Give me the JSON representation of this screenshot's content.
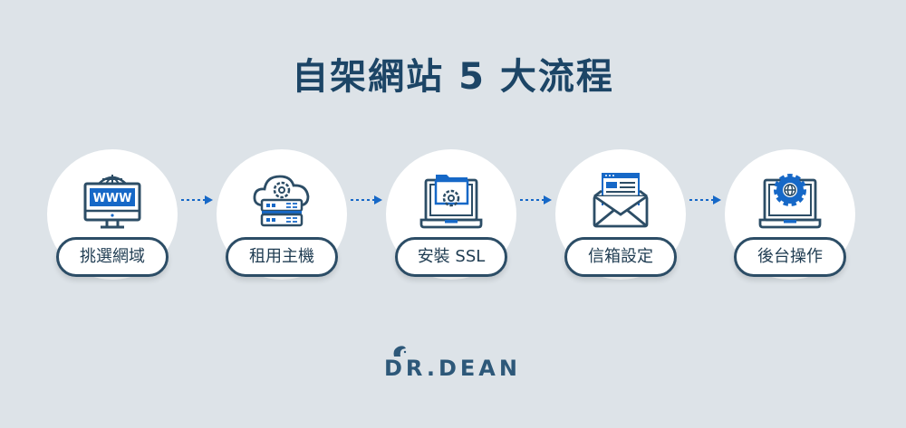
{
  "title": "自架網站 5 大流程",
  "steps": [
    {
      "label": "挑選網域",
      "icon": "www-monitor-icon"
    },
    {
      "label": "租用主機",
      "icon": "cloud-server-icon"
    },
    {
      "label": "安裝 SSL",
      "icon": "laptop-folder-gear-icon"
    },
    {
      "label": "信箱設定",
      "icon": "envelope-icon"
    },
    {
      "label": "後台操作",
      "icon": "laptop-gear-globe-icon"
    }
  ],
  "logo": {
    "text": "DR.DEAN"
  },
  "colors": {
    "background": "#dde3e8",
    "title": "#1c4566",
    "accent": "#1668c7",
    "outline": "#2c4d66"
  }
}
